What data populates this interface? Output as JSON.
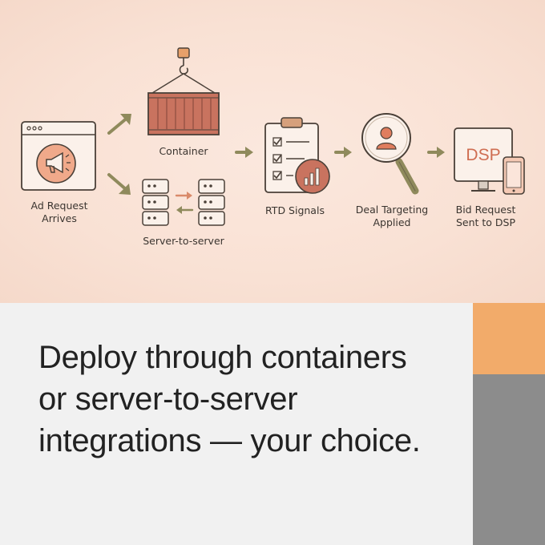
{
  "diagram": {
    "steps": {
      "ad_request": {
        "line1": "Ad Request",
        "line2": "Arrives"
      },
      "container": {
        "label": "Container"
      },
      "server_to_server": {
        "label": "Server-to-server"
      },
      "rtd_signals": {
        "label": "RTD Signals"
      },
      "deal_targeting": {
        "line1": "Deal Targeting",
        "line2": "Applied"
      },
      "bid_request": {
        "line1": "Bid Request",
        "line2": "Sent to DSP"
      }
    },
    "monitor_text": "DSP",
    "icons": [
      "browser-window-icon",
      "megaphone-icon",
      "crane-hook-icon",
      "shipping-container-icon",
      "server-rack-icon",
      "clipboard-checklist-icon",
      "bar-chart-icon",
      "magnifier-person-icon",
      "monitor-icon",
      "phone-icon",
      "arrow-right-icon"
    ]
  },
  "headline": {
    "line1": "Deploy through containers",
    "line2": "or server-to-server",
    "line3": "integrations — your choice."
  },
  "colors": {
    "accent_orange": "#f2ab6a",
    "accent_gray": "#8c8c8c",
    "container_red": "#c9735f",
    "arrow_olive": "#8f8a5c"
  }
}
